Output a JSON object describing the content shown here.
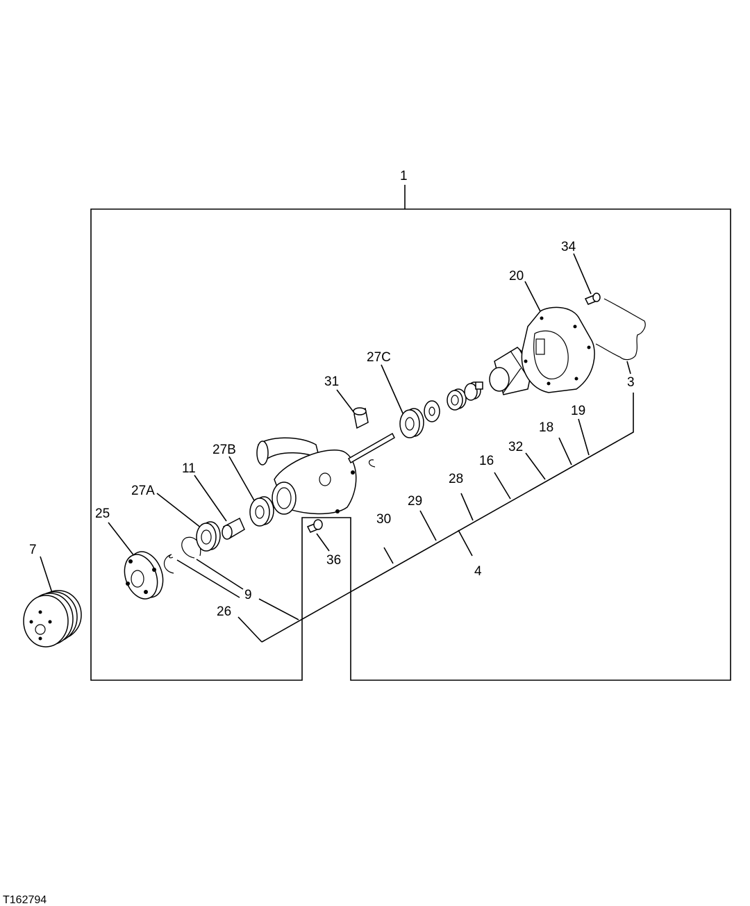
{
  "figure_ref": "T162794",
  "callouts": {
    "c1": "1",
    "c3": "3",
    "c4": "4",
    "c7": "7",
    "c9": "9",
    "c11": "11",
    "c16": "16",
    "c18": "18",
    "c19": "19",
    "c20": "20",
    "c25": "25",
    "c26": "26",
    "c27a": "27A",
    "c27b": "27B",
    "c27c": "27C",
    "c28": "28",
    "c29": "29",
    "c30": "30",
    "c31": "31",
    "c32": "32",
    "c34": "34",
    "c36": "36"
  }
}
